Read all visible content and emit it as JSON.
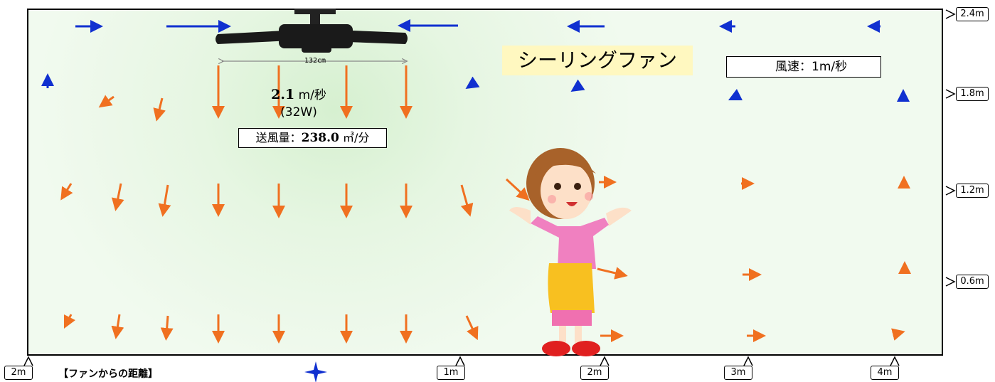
{
  "diagram": {
    "title": "シーリングファン",
    "fan_width_label": "132cm",
    "speed": {
      "value": "2.1",
      "unit": "m/秒"
    },
    "power": "(32W)",
    "airflow": {
      "label": "送風量：",
      "value": "238.0",
      "unit": "㎥/分"
    },
    "legend_text": "風速：1m/秒",
    "distance_title": "【ファンからの距離】",
    "height_labels": [
      "2.4m",
      "1.8m",
      "1.2m",
      "0.6m"
    ],
    "distance_labels": [
      "2m",
      "1m",
      "2m",
      "3m",
      "4m"
    ],
    "colors": {
      "down_flow": "#f07020",
      "up_flow": "#1030d0",
      "room_border": "#000000",
      "title_bg": "#fff8c0"
    }
  }
}
